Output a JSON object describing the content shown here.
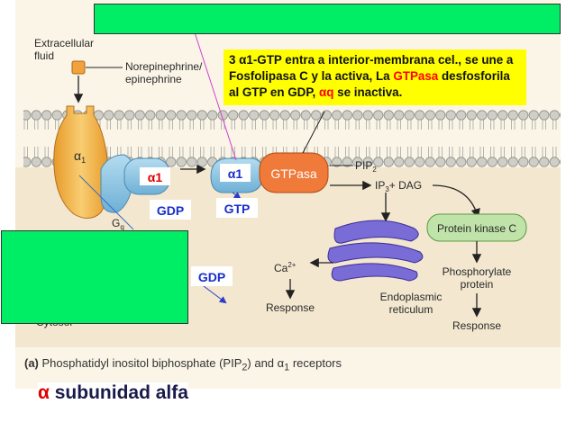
{
  "labels": {
    "extracellular": "Extracellular",
    "fluid": "fluid",
    "norepinephrine": "Norepinephrine/",
    "epinephrine": "epinephrine",
    "alpha1_receptor": "α",
    "alpha1_sub": "1",
    "g_label": "G",
    "g_sub": "q",
    "pip2": "PIP",
    "pip2_sub": "2",
    "ip3": "IP",
    "ip3_rest": "+ DAG",
    "ip3_sub": "3",
    "protein_kinase_c": "Protein kinase C",
    "ca": "Ca",
    "ca_sup": "2+",
    "response_left": "Response",
    "er_line1": "Endoplasmic",
    "er_line2": "reticulum",
    "phospho_line1": "Phosphorylate",
    "phospho_line2": "protein",
    "response_right": "Response",
    "cytosol": "Cytosol"
  },
  "overlays": {
    "a1_left": "α1",
    "a1_right": "α1",
    "gtpasa": "GTPasa",
    "gdp_top": "GDP",
    "gtp": "GTP",
    "gdp_bottom": "GDP"
  },
  "note": {
    "p1": "3 α1-GTP entra a interior-membrana cel., se une a Fosfolipasa C y la activa, La ",
    "p2": "GTPasa",
    "p3": " desfosforila al  GTP en GDP, ",
    "p4": "αq",
    "p5": " se inactiva."
  },
  "caption": {
    "prefix": "(a)",
    "text1": " Phosphatidyl inositol biphosphate (PIP",
    "sub": "2",
    "text2": ") and α",
    "sub2": "1",
    "text3": " receptors"
  },
  "footer": {
    "symbol": "α",
    "text": " subunidad alfa"
  },
  "colors": {
    "background_panel": "#f3e7cf",
    "membrane_head": "#c9c9c2",
    "receptor": "#f0b450",
    "protein_blue": "#8cc8e4",
    "gtpasa_fill": "#f07a3a",
    "pkc_fill": "#bfe3a8",
    "er_fill": "#7a6cd6",
    "highlight_yellow": "#ffff00",
    "label_green": "#00ee66"
  }
}
